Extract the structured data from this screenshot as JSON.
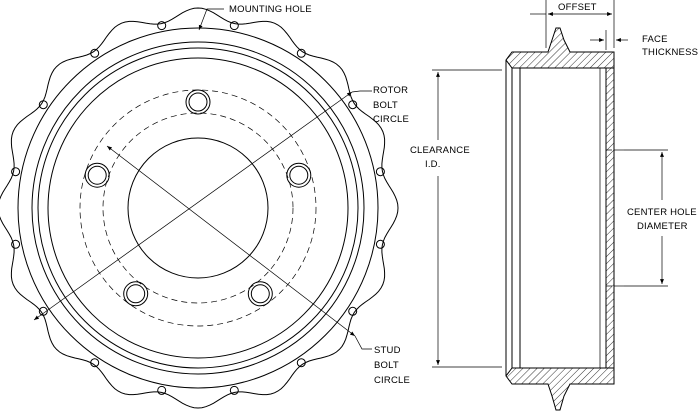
{
  "labels": {
    "mounting_hole": "MOUNTING HOLE",
    "rotor_bolt_circle": [
      "ROTOR",
      "BOLT",
      "CIRCLE"
    ],
    "stud_bolt_circle": [
      "STUD",
      "BOLT",
      "CIRCLE"
    ],
    "offset": "OFFSET",
    "face_thickness": [
      "FACE",
      "THICKNESS"
    ],
    "clearance_id": [
      "CLEARANCE",
      "I.D."
    ],
    "center_hole_diameter": [
      "CENTER HOLE",
      "DIAMETER"
    ]
  },
  "colors": {
    "line": "#000000",
    "background": "#ffffff"
  }
}
